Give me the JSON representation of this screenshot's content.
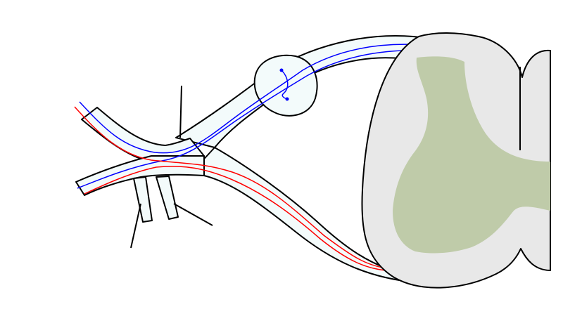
{
  "diagram": {
    "labels": [],
    "colors": {
      "background": "#ffffff",
      "outline": "#000000",
      "nerve_fill": "#f3fbfb",
      "cord_fill": "#e8e8e8",
      "gray_matter": "#bfcba9",
      "sensory_fiber": "#0000ff",
      "motor_fiber": "#ff0000"
    },
    "parts": [
      "spinal-cord",
      "gray-matter",
      "dorsal-root",
      "dorsal-root-ganglion",
      "ventral-root",
      "spinal-nerve",
      "dorsal-ramus",
      "ventral-ramus",
      "rami-communicantes",
      "sensory-fiber",
      "motor-fiber"
    ]
  }
}
